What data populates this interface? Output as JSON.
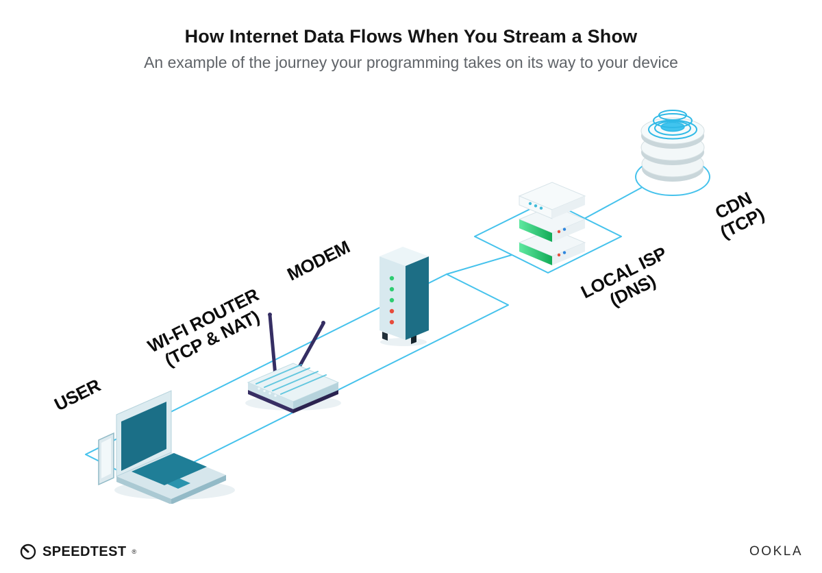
{
  "header": {
    "title": "How Internet Data Flows When You Stream a Show",
    "subtitle": "An example of the journey your programming takes on its way to your device"
  },
  "diagram": {
    "nodes": {
      "user": {
        "label": "USER"
      },
      "router": {
        "line1": "WI-FI ROUTER",
        "line2": "(TCP & NAT)"
      },
      "modem": {
        "label": "MODEM"
      },
      "isp": {
        "line1": "LOCAL ISP",
        "line2": "(DNS)"
      },
      "cdn": {
        "line1": "CDN",
        "line2": "(TCP)"
      }
    }
  },
  "footer": {
    "speedtest_label": "SPEEDTEST",
    "speedtest_mark": "®",
    "ookla_label": "OOKLA"
  },
  "colors": {
    "line": "#45c2ec",
    "teal": "#1d6e85",
    "teal_light": "#d8e9ef",
    "green": "#2ecc71",
    "navy": "#352e63",
    "red": "#e74c3c",
    "blue": "#2e86de",
    "ink": "#151515",
    "subtle": "#5f6368"
  }
}
